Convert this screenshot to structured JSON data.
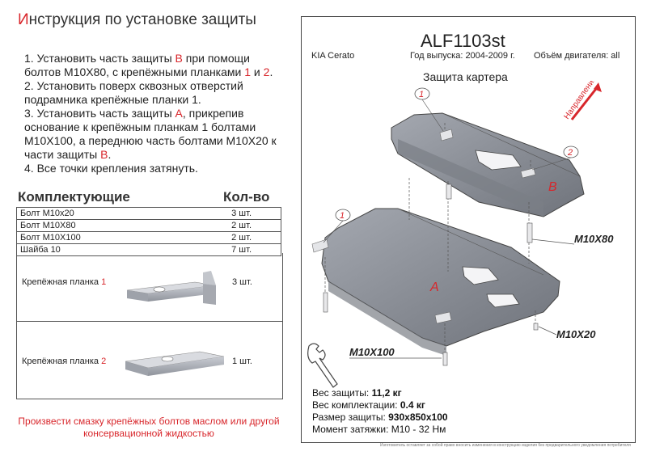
{
  "header": {
    "title_first": "И",
    "title_rest": "нструкция по установке защиты"
  },
  "steps": {
    "s1_a": "1. Установить часть защиты ",
    "s1_b": "B",
    "s1_c": " при помощи болтов М10Х80, с крепёжными планками ",
    "s1_d": "1",
    "s1_e": " и ",
    "s1_f": "2",
    "s1_g": ".",
    "s2": "2. Установить поверх сквозных отверстий подрамника крепёжные планки 1.",
    "s3_a": "3. Установить часть защиты ",
    "s3_b": "А",
    "s3_c": ", прикрепив основание к крепёжным планкам 1 болтами М10Х100, а переднюю часть болтами М10Х20 к части защиты ",
    "s3_d": "B",
    "s3_e": ".",
    "s4": "4. Все точки крепления затянуть."
  },
  "kit": {
    "heading": "Комплектующие",
    "qty_heading": "Кол-во",
    "rows": [
      {
        "name": "Болт М10х20",
        "qty": "3 шт."
      },
      {
        "name": "Болт М10Х80",
        "qty": "2 шт."
      },
      {
        "name": "Болт М10Х100",
        "qty": "2 шт."
      },
      {
        "name": "Шайба 10",
        "qty": "7 шт."
      }
    ],
    "plate1_name": "Крепёжная планка ",
    "plate1_num": "1",
    "plate1_qty": "3 шт.",
    "plate2_name": "Крепёжная планка ",
    "plate2_num": "2",
    "plate2_qty": "1 шт."
  },
  "note": "Произвести смазку крепёжных болтов маслом или другой консервационной жидкостью",
  "product": {
    "code": "ALF1103st",
    "car": "KIA Cerato",
    "year": "Год выпуска: 2004-2009 г.",
    "engine": "Объём двигателя: all",
    "subtitle": "Защита картера",
    "direction": "Направление движения",
    "part_a": "A",
    "part_b": "B",
    "label_1a": "1",
    "label_1b": "1",
    "label_2": "2",
    "bolt_m10x80": "M10X80",
    "bolt_m10x20": "M10X20",
    "bolt_m10x100": "M10X100"
  },
  "specs": {
    "weight_label": "Вес защиты: ",
    "weight_value": "11,2 кг",
    "kit_weight_label": "Вес комплектации: ",
    "kit_weight_value": "0.4 кг",
    "size_label": "Размер защиты: ",
    "size_value": "930x850x100",
    "torque_label": "Момент затяжки: ",
    "torque_value": "М10 - 32 Нм"
  },
  "footer": "Изготовитель оставляет за собой право вносить изменения в конструкцию изделия без предварительного уведомления потребителя"
}
